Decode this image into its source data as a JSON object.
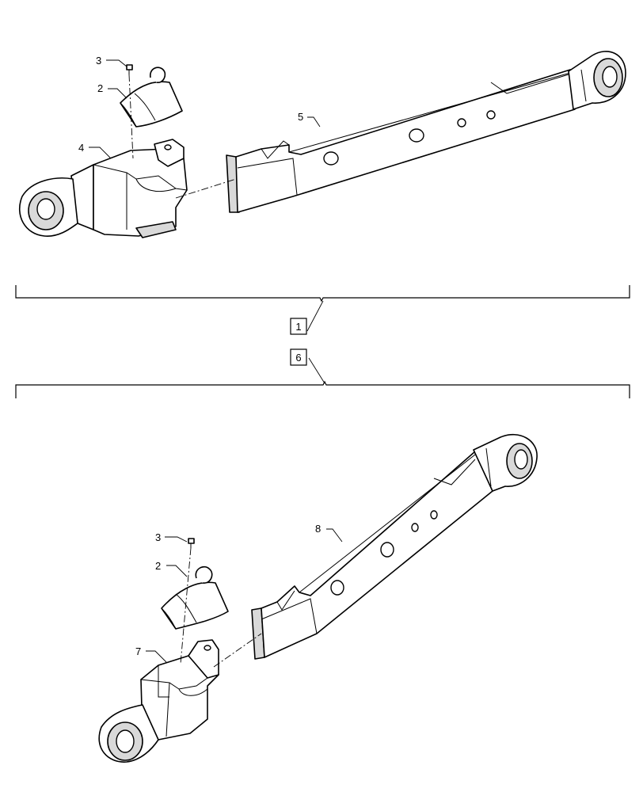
{
  "callouts": {
    "item_1": "1",
    "item_2_top": "2",
    "item_2_bottom": "2",
    "item_3_top": "3",
    "item_3_bottom": "3",
    "item_4": "4",
    "item_5": "5",
    "item_6": "6",
    "item_7": "7",
    "item_8": "8"
  }
}
